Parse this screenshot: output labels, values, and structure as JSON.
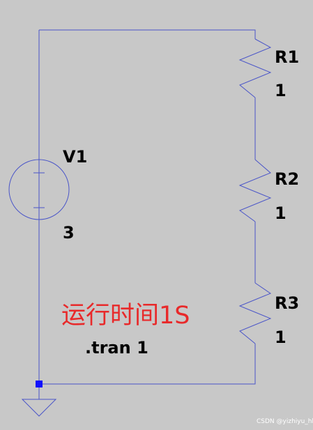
{
  "colors": {
    "background": "#c8c8c8",
    "wire": "#4a55c8",
    "label": "#000000",
    "note": "#e8292a",
    "node_marker": "#1010ff",
    "watermark": "#ffffff"
  },
  "components": {
    "v1": {
      "name": "V1",
      "value": "3",
      "icon": "voltage-source-icon"
    },
    "r1": {
      "name": "R1",
      "value": "1",
      "icon": "resistor-icon"
    },
    "r2": {
      "name": "R2",
      "value": "1",
      "icon": "resistor-icon"
    },
    "r3": {
      "name": "R3",
      "value": "1",
      "icon": "resistor-icon"
    },
    "ground": {
      "icon": "ground-icon"
    }
  },
  "annotations": {
    "runtime_note": "运行时间1S",
    "spice_directive": ".tran 1"
  },
  "watermark": "CSDN @yizhiyu_hh"
}
